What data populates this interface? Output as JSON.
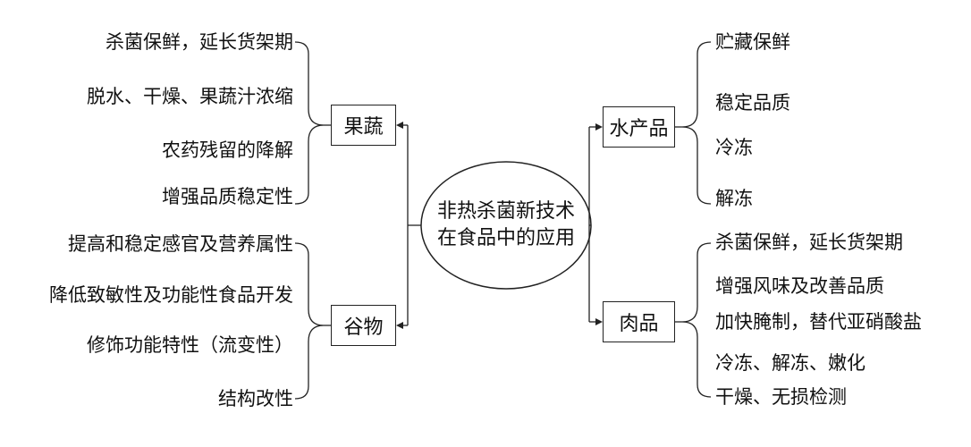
{
  "center": {
    "line1": "非热杀菌新技术",
    "line2": "在食品中的应用"
  },
  "branches": {
    "fruit_veg": {
      "label": "果蔬",
      "items": [
        "杀菌保鲜，延长货架期",
        "脱水、干燥、果蔬汁浓缩",
        "农药残留的降解",
        "增强品质稳定性"
      ]
    },
    "cereal": {
      "label": "谷物",
      "items": [
        "提高和稳定感官及营养属性",
        "降低致敏性及功能性食品开发",
        "修饰功能特性（流变性）",
        "结构改性"
      ]
    },
    "aquatic": {
      "label": "水产品",
      "items": [
        "贮藏保鲜",
        "稳定品质",
        "冷冻",
        "解冻"
      ]
    },
    "meat": {
      "label": "肉品",
      "items": [
        "杀菌保鲜，延长货架期",
        "增强风味及改善品质",
        "加快腌制，替代亚硝酸盐",
        "冷冻、解冻、嫩化",
        "干燥、无损检测"
      ]
    }
  }
}
